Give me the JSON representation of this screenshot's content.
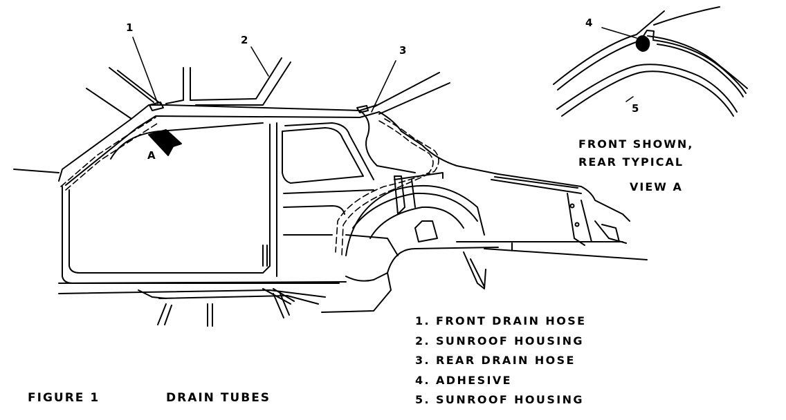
{
  "callouts": [
    "1",
    "2",
    "3",
    "4",
    "5"
  ],
  "view_marker": "A",
  "inset": {
    "note_line1": "FRONT SHOWN,",
    "note_line2": "REAR TYPICAL",
    "view_label": "VIEW A"
  },
  "legend": [
    {
      "num": "1.",
      "text": "FRONT DRAIN HOSE"
    },
    {
      "num": "2.",
      "text": "SUNROOF HOUSING"
    },
    {
      "num": "3.",
      "text": "REAR DRAIN HOSE"
    },
    {
      "num": "4.",
      "text": "ADHESIVE"
    },
    {
      "num": "5.",
      "text": "SUNROOF HOUSING"
    }
  ],
  "figure": {
    "number": "FIGURE 1",
    "title": "DRAIN TUBES"
  }
}
